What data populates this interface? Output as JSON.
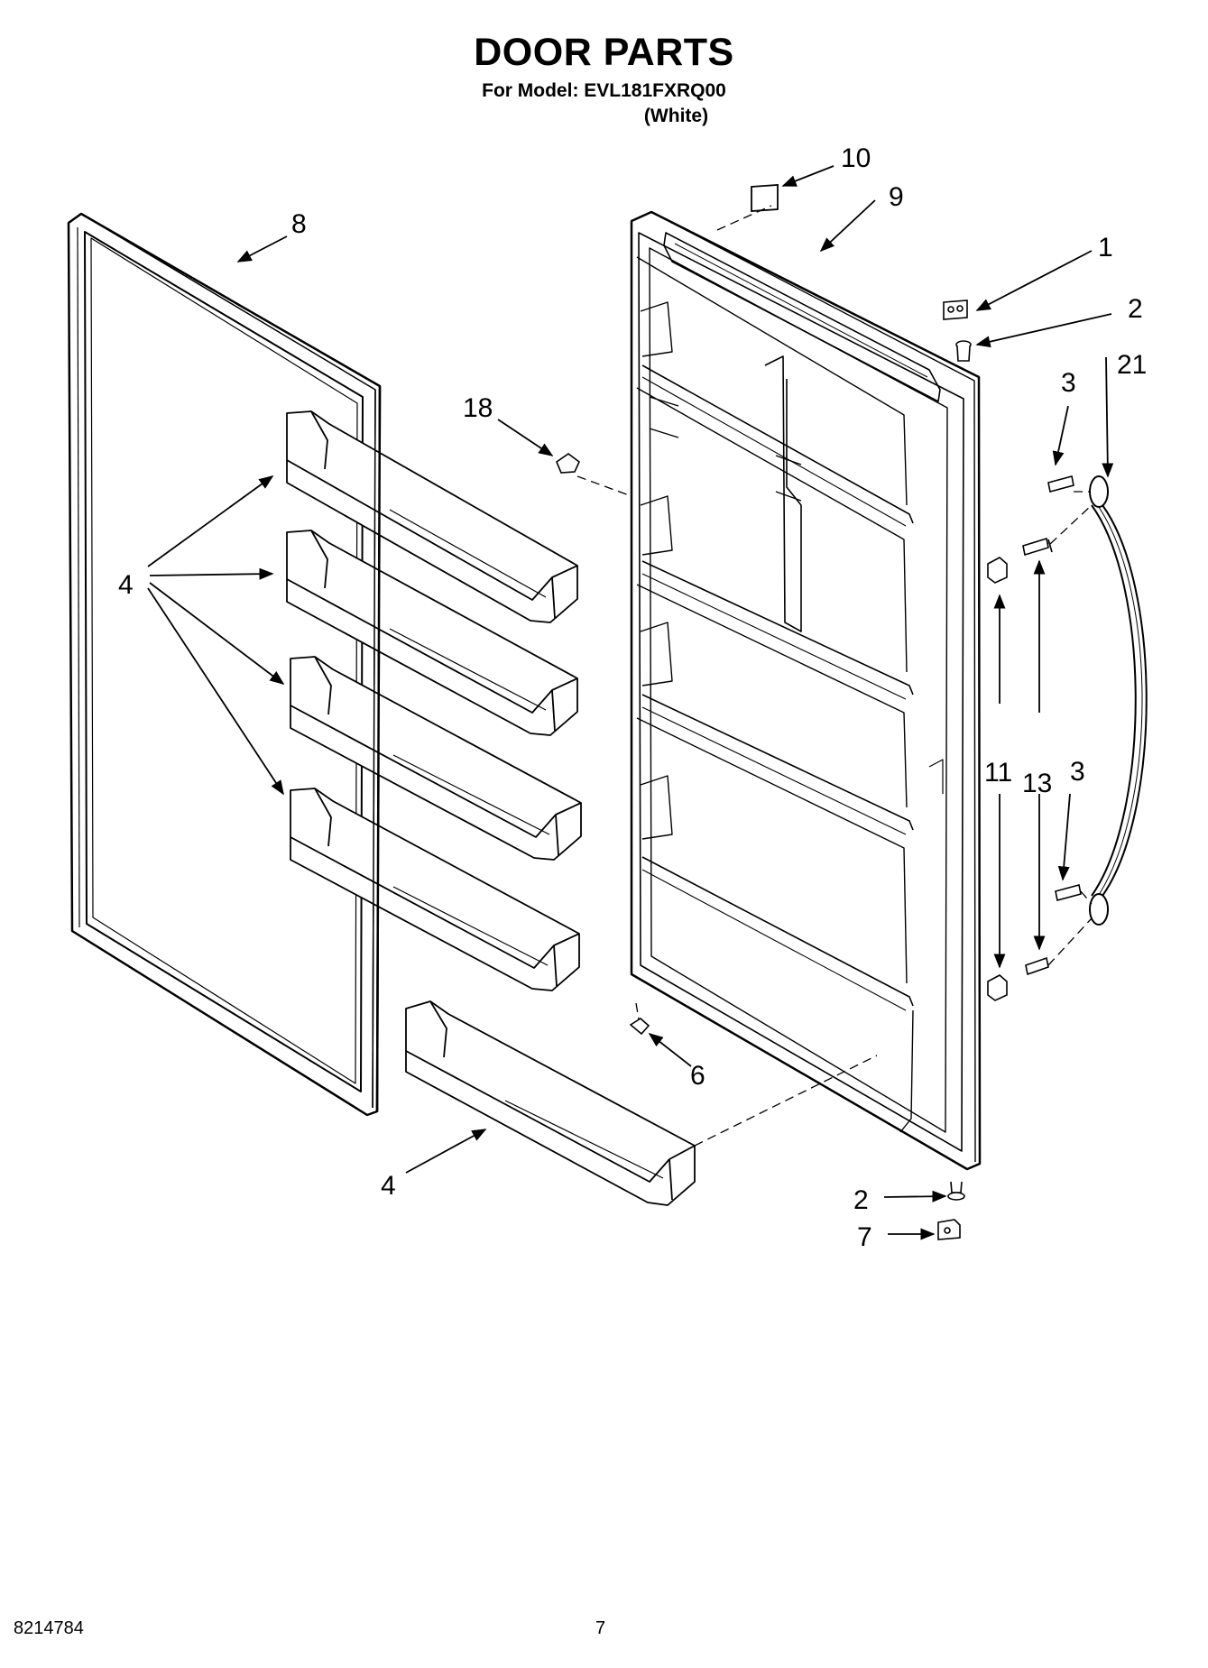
{
  "header": {
    "title": "DOOR PARTS",
    "model_line": "For Model: EVL181FXRQ00",
    "variant": "(White)"
  },
  "callouts": [
    {
      "id": "door-gasket",
      "label": "8"
    },
    {
      "id": "door-liner-cap",
      "label": "10"
    },
    {
      "id": "door-trim",
      "label": "9"
    },
    {
      "id": "hinge-top",
      "label": "1"
    },
    {
      "id": "hinge-bushing-top",
      "label": "2"
    },
    {
      "id": "handle",
      "label": "21"
    },
    {
      "id": "handle-screw-top",
      "label": "3"
    },
    {
      "id": "door-plug",
      "label": "18"
    },
    {
      "id": "door-bin",
      "label": "4"
    },
    {
      "id": "spacer",
      "label": "11"
    },
    {
      "id": "handle-screw-mount",
      "label": "13"
    },
    {
      "id": "handle-screw-bottom",
      "label": "3"
    },
    {
      "id": "door-stop",
      "label": "6"
    },
    {
      "id": "door-bin-bottom",
      "label": "4"
    },
    {
      "id": "hinge-bushing-bottom",
      "label": "2"
    },
    {
      "id": "hinge-bottom",
      "label": "7"
    }
  ],
  "footer": {
    "document_number": "8214784",
    "page_number": "7"
  }
}
